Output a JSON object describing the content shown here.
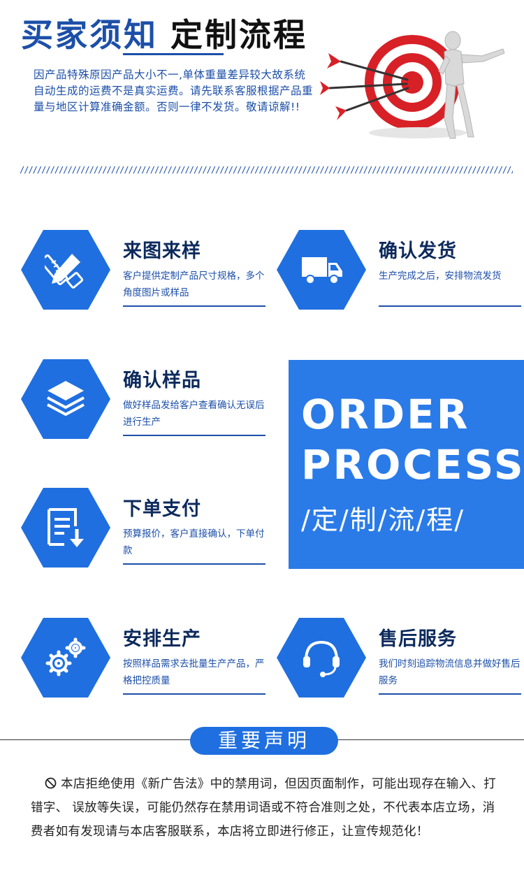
{
  "header": {
    "title_a": "买家须知",
    "title_b": "定制流程",
    "notice": "因产品特殊原因产品大小不一,单体重量差异较大故系统自动生成的运费不是真实运费。请先联系客服根据产品重量与地区计算准确金额。否则一律不发货。敬请谅解!!"
  },
  "divider_pattern": "//////////////////////////////////////////////////////////////////////////////////////////////////////////////////////////////////////////////////////////////////////////////////////////",
  "colors": {
    "primary": "#1c4fa8",
    "hex": "#1f6fe0",
    "box": "#2a7be8",
    "title": "#0d2a5c"
  },
  "steps": [
    {
      "icon": "pencil-ruler-icon",
      "title": "来图来样",
      "desc": "客户提供定制产品尺寸规格，多个角度图片或样品"
    },
    {
      "icon": "truck-icon",
      "title": "确认发货",
      "desc": "生产完成之后，安排物流发货"
    },
    {
      "icon": "layers-icon",
      "title": "确认样品",
      "desc": "做好样品发给客户查看确认无误后进行生产"
    },
    {
      "icon": "document-download-icon",
      "title": "下单支付",
      "desc": "预算报价，客户直接确认，下单付款"
    },
    {
      "icon": "gears-icon",
      "title": "安排生产",
      "desc": "按照样品需求去批量生产产品，严格把控质量"
    },
    {
      "icon": "headset-icon",
      "title": "售后服务",
      "desc": "我们时刻追踪物流信息并做好售后服务"
    }
  ],
  "order": {
    "line1": "ORDER",
    "line2": "PROCESS",
    "line3": "/定/制/流/程/"
  },
  "statement": {
    "title": "重要声明",
    "text": "本店拒绝使用《新广告法》中的禁用词，但因页面制作，可能出现存在输入、打错字、 误放等失误，可能仍然存在禁用词语或不符合准则之处，不代表本店立场，消费者如有发现请与本店客服联系，本店将立即进行修正，让宣传规范化！"
  }
}
